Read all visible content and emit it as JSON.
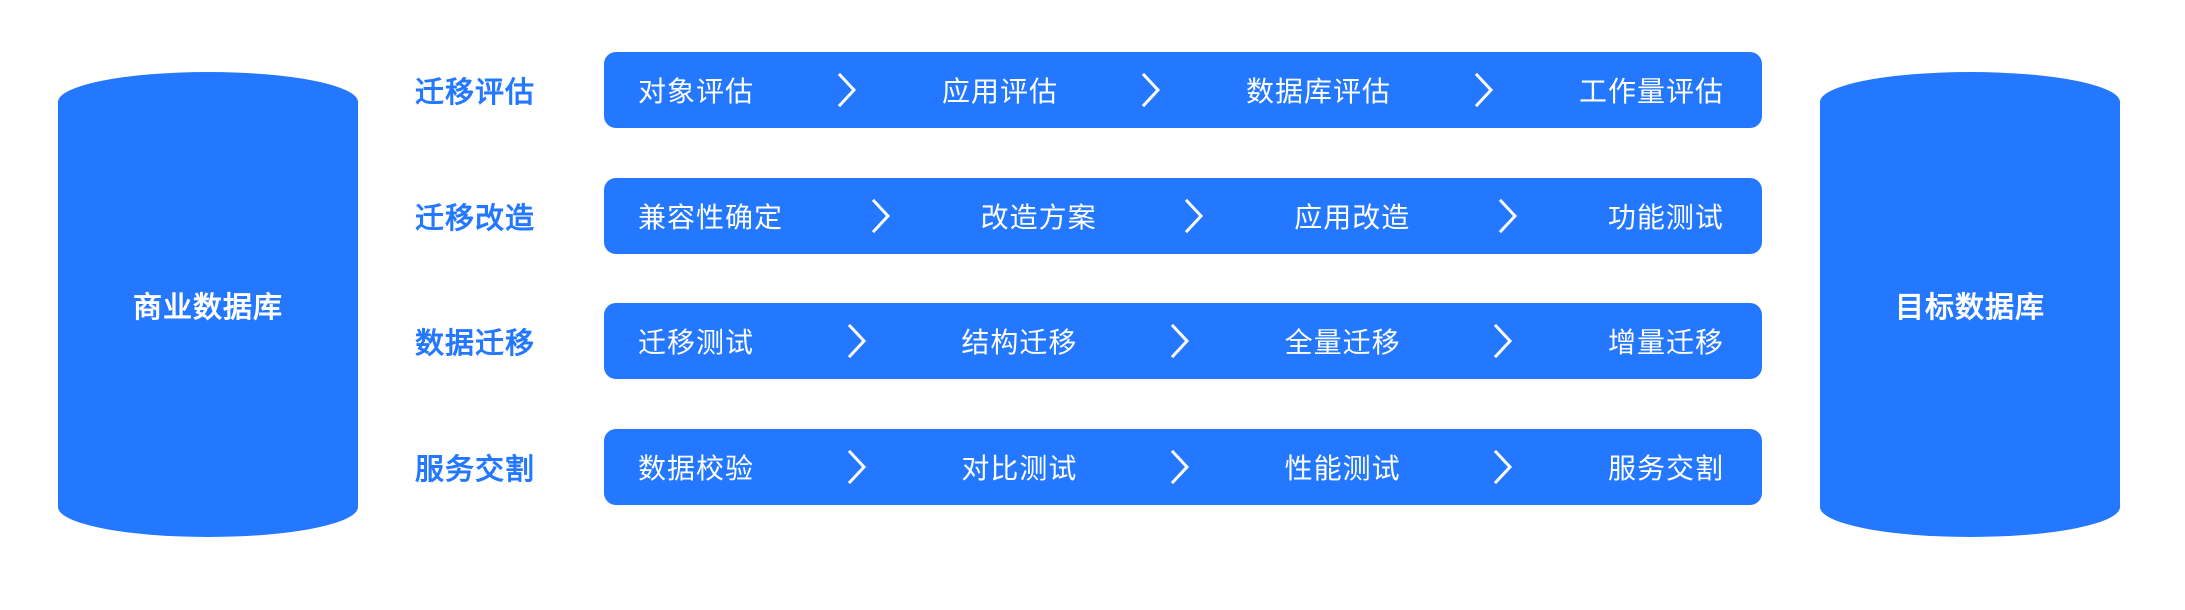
{
  "theme": {
    "background": "#ffffff",
    "brand_blue": "#2478FF",
    "on_brand_text": "#ffffff",
    "label_text": "#2478FF"
  },
  "source": {
    "name": "source-database-cylinder",
    "label": "商业数据库"
  },
  "target": {
    "name": "target-database-cylinder",
    "label": "目标数据库"
  },
  "separator_icon": "chevron-right-icon",
  "rows": [
    {
      "label": "迁移评估",
      "steps": [
        "对象评估",
        "应用评估",
        "数据库评估",
        "工作量评估"
      ]
    },
    {
      "label": "迁移改造",
      "steps": [
        "兼容性确定",
        "改造方案",
        "应用改造",
        "功能测试"
      ]
    },
    {
      "label": "数据迁移",
      "steps": [
        "迁移测试",
        "结构迁移",
        "全量迁移",
        "增量迁移"
      ]
    },
    {
      "label": "服务交割",
      "steps": [
        "数据校验",
        "对比测试",
        "性能测试",
        "服务交割"
      ]
    }
  ]
}
